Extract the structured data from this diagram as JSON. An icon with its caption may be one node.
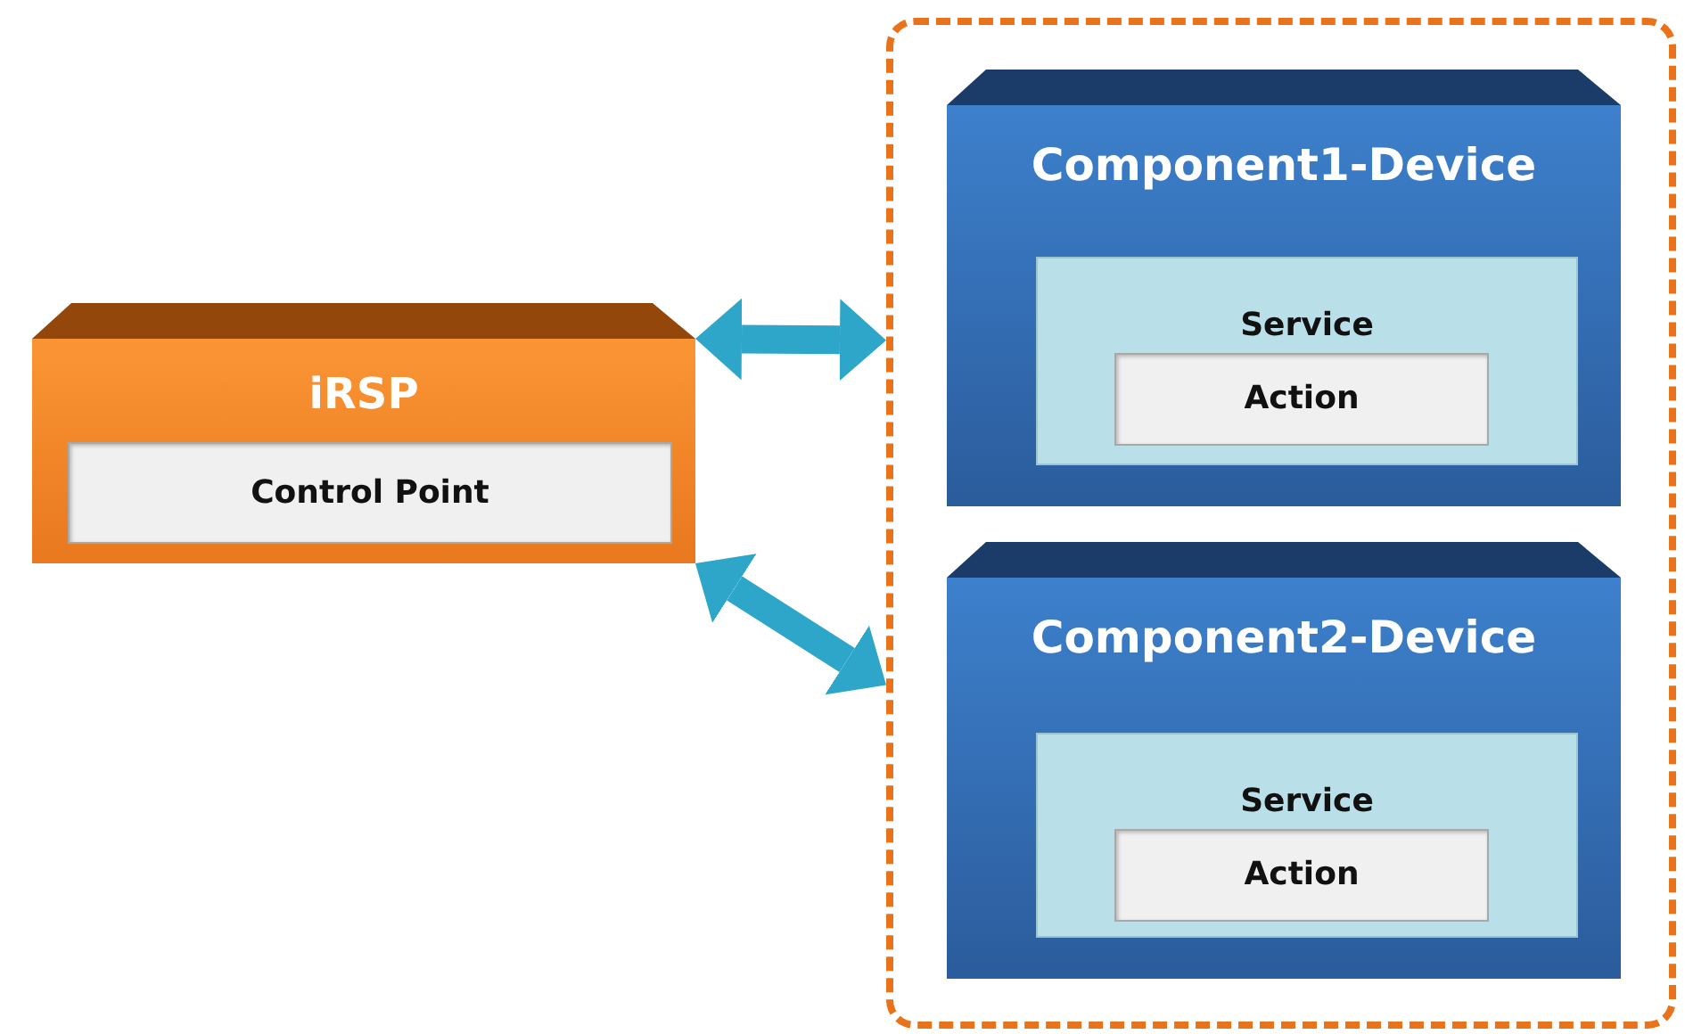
{
  "diagram": {
    "nodes": [
      {
        "text": [
          "iRSP"
        ]
      },
      {
        "text": [
          "Control Point"
        ],
        "in": 0
      },
      {
        "text": [],
        "shape": "box"
      },
      {
        "text": [
          "Component1-Device"
        ],
        "in": 2
      },
      {
        "text": [
          "Service"
        ],
        "in": 3
      },
      {
        "text": [
          "Action"
        ],
        "in": 4
      },
      {
        "text": [
          "Component2-Device"
        ],
        "in": 2
      },
      {
        "text": [
          "Service"
        ],
        "in": 6
      },
      {
        "text": [
          "Action"
        ],
        "in": 7
      }
    ],
    "edges": [
      {
        "from": 0,
        "to": 2,
        "arrow": "both"
      },
      {
        "from": 0,
        "to": 2,
        "arrow": "both"
      }
    ]
  }
}
